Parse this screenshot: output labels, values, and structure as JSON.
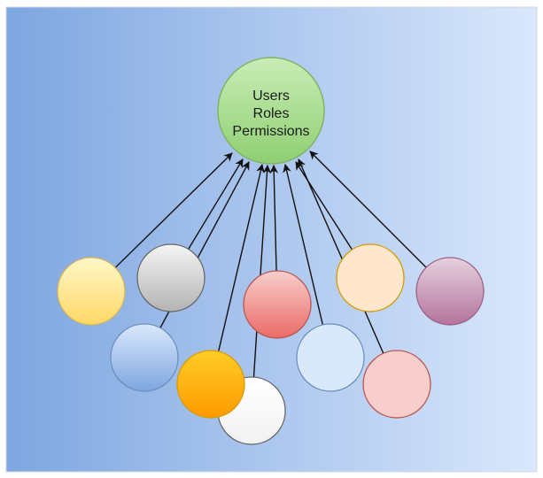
{
  "hub": {
    "lines": [
      "Users",
      "Roles",
      "Permissions"
    ],
    "fill_top": "#c9edb6",
    "fill_bottom": "#8fcf72",
    "stroke": "#82b366",
    "text_color": "#1a1a1a"
  },
  "background": {
    "left": "#7ea6e0",
    "right": "#dae8fc",
    "border": "#cfd8e6"
  },
  "edges": {
    "color": "#111111"
  },
  "nodes": [
    {
      "id": "yellow",
      "top": "#fff6c8",
      "bottom": "#ffd966",
      "stroke": "#d6b656"
    },
    {
      "id": "gray",
      "top": "#f5f5f5",
      "bottom": "#b3b3b3",
      "stroke": "#666666"
    },
    {
      "id": "blue",
      "top": "#dae8fc",
      "bottom": "#7ea6e0",
      "stroke": "#6c8ebf"
    },
    {
      "id": "orange",
      "top": "#ffcd28",
      "bottom": "#ff9a00",
      "stroke": "#d79b00"
    },
    {
      "id": "white",
      "top": "#ffffff",
      "bottom": "#f2f2f2",
      "stroke": "#666666"
    },
    {
      "id": "red",
      "top": "#f8cecc",
      "bottom": "#ea6b66",
      "stroke": "#b85450"
    },
    {
      "id": "light-blue",
      "top": "#dae8fc",
      "bottom": "#dae8fc",
      "stroke": "#6c8ebf"
    },
    {
      "id": "peach",
      "top": "#ffe6cc",
      "bottom": "#ffe6cc",
      "stroke": "#d79b00"
    },
    {
      "id": "pink",
      "top": "#f8cecc",
      "bottom": "#f8cecc",
      "stroke": "#b85450"
    },
    {
      "id": "purple",
      "top": "#e6d0de",
      "bottom": "#b5739d",
      "stroke": "#996185"
    }
  ]
}
